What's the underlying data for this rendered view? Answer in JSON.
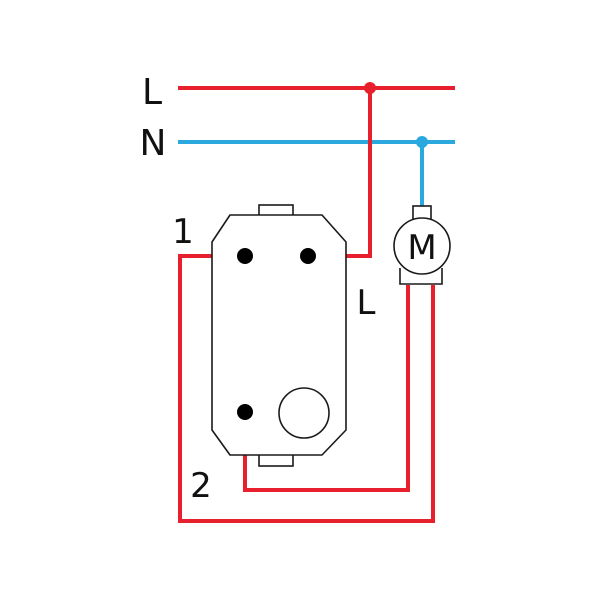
{
  "labels": {
    "line": "L",
    "neutral": "N",
    "terminal_1": "1",
    "terminal_2": "2",
    "switch_line": "L",
    "motor": "M"
  },
  "colors": {
    "live_wire": "#e8202e",
    "neutral_wire": "#2ba9df",
    "outline": "#1a1a1a",
    "terminal": "#000000",
    "background": "#ffffff"
  }
}
